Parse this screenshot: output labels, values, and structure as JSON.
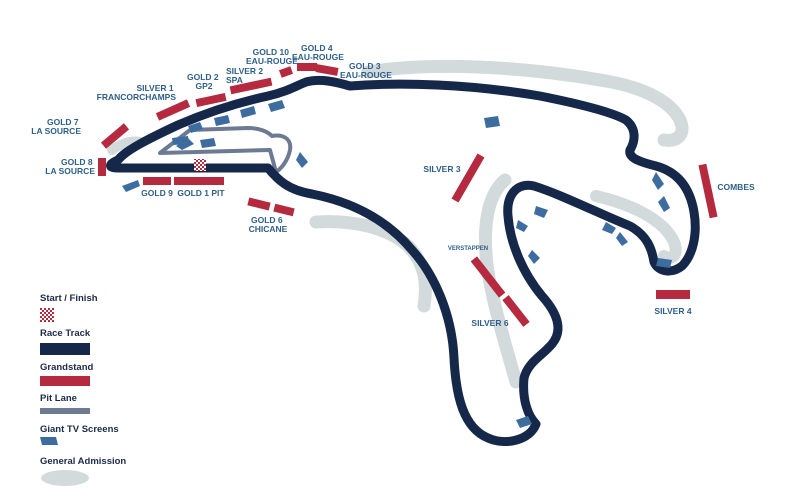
{
  "colors": {
    "track": "#16284a",
    "grandstand": "#b52a3e",
    "pit_lane": "#6c7a92",
    "tv_screen": "#3d6d9e",
    "general_admission": "#d3dadb",
    "label": "#2e5f8a"
  },
  "grandstands": {
    "gold10": [
      "GOLD 10",
      "EAU-ROUGE"
    ],
    "gold4": [
      "GOLD 4",
      "EAU-ROUGE"
    ],
    "gold3": [
      "GOLD 3",
      "EAU-ROUGE"
    ],
    "silver2": [
      "SILVER 2",
      "SPA"
    ],
    "gold2": [
      "GOLD 2",
      "GP2"
    ],
    "silver1": [
      "SILVER 1",
      "FRANCORCHAMPS"
    ],
    "gold7": [
      "GOLD 7",
      "LA SOURCE"
    ],
    "gold8": [
      "GOLD 8",
      "LA SOURCE"
    ],
    "gold9": "GOLD 9",
    "gold1": "GOLD 1 PIT",
    "gold6": [
      "GOLD 6",
      "CHICANE"
    ],
    "silver3": "SILVER 3",
    "verstappen": "VERSTAPPEN",
    "silver6": "SILVER 6",
    "combes": "COMBES",
    "silver4": "SILVER 4"
  },
  "legend": {
    "start_finish": "Start / Finish",
    "race_track": "Race Track",
    "grandstand": "Grandstand",
    "pit_lane": "Pit Lane",
    "tv_screens": "Giant TV Screens",
    "general_admission": "General Admission"
  }
}
